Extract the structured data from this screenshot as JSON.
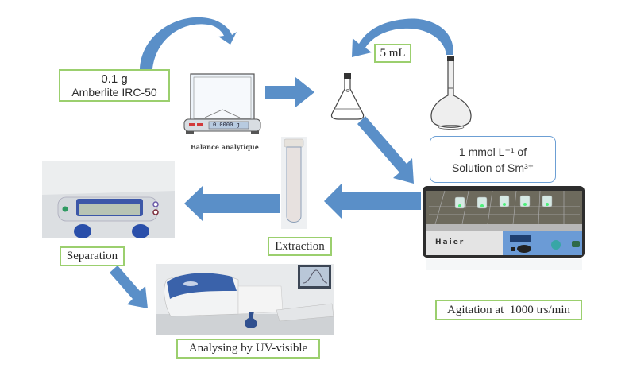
{
  "diagram": {
    "title": "Sm3+ extraction procedure with Amberlite IRC-50",
    "colors": {
      "arrow": "#5a8fc8",
      "label_border": "#9bcf6e",
      "solution_border": "#6c9fd4"
    },
    "labels": {
      "resin_mass": "0.1 g",
      "resin_name": "Amberlite IRC-50",
      "balance_caption": "Balance analytique",
      "balance_display": "0.0000 g",
      "volume": "5 mL",
      "solution_line1": "1 mmol L⁻¹ of",
      "solution_line2": "Solution of Sm³⁺",
      "agitation": "Agitation at  1000 trs/min",
      "extraction": "Extraction",
      "separation": "Separation",
      "analysis": "Analysing by UV-visible",
      "shaker_brand": "Haier"
    },
    "steps": [
      {
        "from": "resin",
        "to": "balance",
        "type": "curved-arrow"
      },
      {
        "from": "balance",
        "to": "erlenmeyer-flask",
        "type": "arrow"
      },
      {
        "from": "volumetric-flask",
        "to": "erlenmeyer-flask",
        "type": "curved-arrow"
      },
      {
        "from": "erlenmeyer-flask",
        "to": "shaker",
        "type": "arrow"
      },
      {
        "from": "shaker",
        "to": "test-tube",
        "type": "arrow"
      },
      {
        "from": "test-tube",
        "to": "centrifuge",
        "type": "arrow"
      },
      {
        "from": "centrifuge",
        "to": "spectrophotometer",
        "type": "arrow"
      }
    ]
  }
}
